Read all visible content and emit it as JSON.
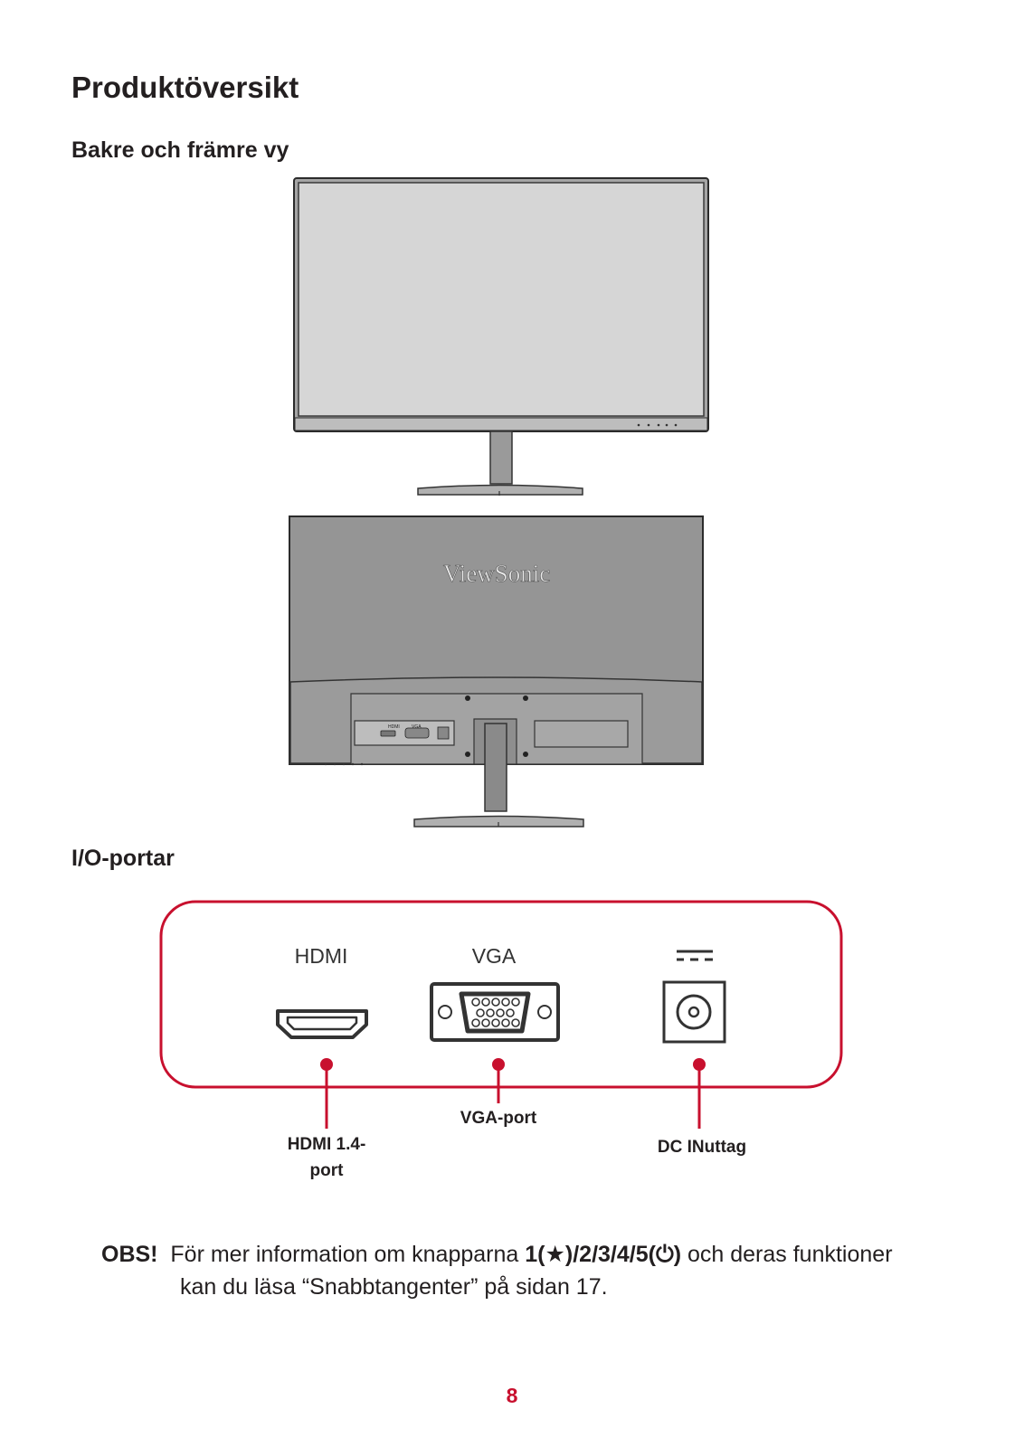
{
  "page_title": "Produktöversikt",
  "section_views": "Bakre och främre vy",
  "section_io": "I/O-portar",
  "brand_logo": "ViewSonic",
  "rear_port_labels": {
    "hdmi": "HDMI",
    "vga": "VGA"
  },
  "io_panel": {
    "hdmi_label": "HDMI",
    "vga_label": "VGA",
    "callouts": {
      "hdmi": [
        "HDMI 1.4-",
        "port"
      ],
      "vga": "VGA-port",
      "dc": "DC INuttag"
    }
  },
  "note": {
    "label": "OBS!",
    "text_1": "För mer information om knapparna",
    "keys": "1(★)/2/3/4/5(⏻)",
    "text_2": "och deras funktioner",
    "text_3": "kan du läsa “Snabbtangenter” på sidan 17."
  },
  "page_number": "8",
  "colors": {
    "accent": "#c8102e",
    "panel_grey": "#d4d4d4",
    "rear_grey": "#959595"
  }
}
